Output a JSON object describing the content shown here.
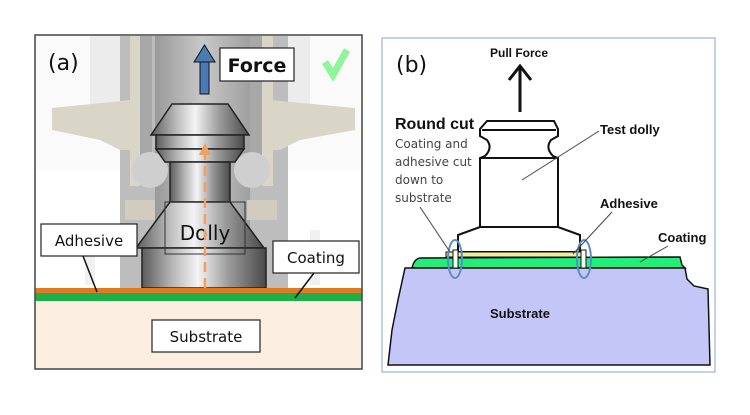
{
  "panel_a": {
    "tag": "(a)",
    "force_label": "Force",
    "dolly_label": "Dolly",
    "adhesive_label": "Adhesive",
    "coating_label": "Coating",
    "substrate_label": "Substrate",
    "check_icon": "check-icon",
    "colors": {
      "adhesive": "#e07a20",
      "coating": "#1db04a",
      "substrate": "#fcefe2",
      "force_arrow": "#4a7bb5",
      "dashed_arrow": "#f0a060",
      "check": "#8ef59a",
      "fixture": "#d9d6c8"
    }
  },
  "panel_b": {
    "tag": "(b)",
    "pull_force_label": "Pull Force",
    "round_cut_title": "Round cut",
    "round_cut_desc": [
      "Coating and",
      "adhesive cut",
      "down to",
      "substrate"
    ],
    "test_dolly_label": "Test dolly",
    "adhesive_label": "Adhesive",
    "coating_label": "Coating",
    "substrate_label": "Substrate",
    "colors": {
      "coating": "#22ee7a",
      "adhesive": "#f5ee99",
      "substrate": "#c4c6f7",
      "cut_highlight": "#5a8cc8",
      "frame": "#9bb4d6"
    }
  }
}
